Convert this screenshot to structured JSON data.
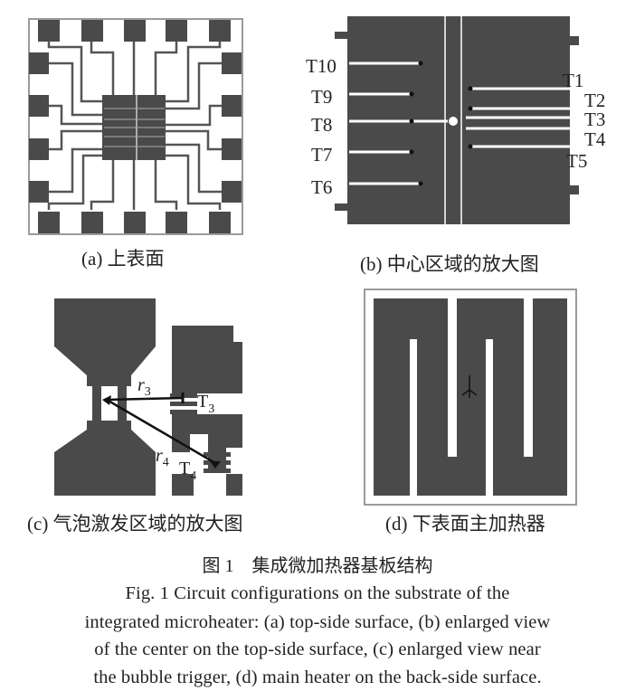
{
  "panels": {
    "a": {
      "caption": "(a) 上表面"
    },
    "b": {
      "caption": "(b) 中心区域的放大图",
      "labels_left": [
        "T10",
        "T9",
        "T8",
        "T7",
        "T6"
      ],
      "labels_right": [
        "T1",
        "T2",
        "T3",
        "T4",
        "T5"
      ]
    },
    "c": {
      "caption": "(c) 气泡激发区域的放大图",
      "r3": "r",
      "r3_sub": "3",
      "t3": "T",
      "t3_sub": "3",
      "r4": "r",
      "r4_sub": "4",
      "t4": "T",
      "t4_sub": "4"
    },
    "d": {
      "caption": "(d) 下表面主加热器"
    }
  },
  "figure": {
    "title_cn": "图 1　集成微加热器基板结构",
    "caption_en": [
      "Fig. 1   Circuit configurations on the substrate of the",
      "integrated microheater: (a) top-side surface, (b) enlarged view",
      "of the center on the top-side surface, (c) enlarged view near",
      "the bubble trigger, (d) main heater on the back-side surface."
    ]
  },
  "colors": {
    "metal": "#4a4a4a",
    "frame": "#9a9a9a"
  }
}
